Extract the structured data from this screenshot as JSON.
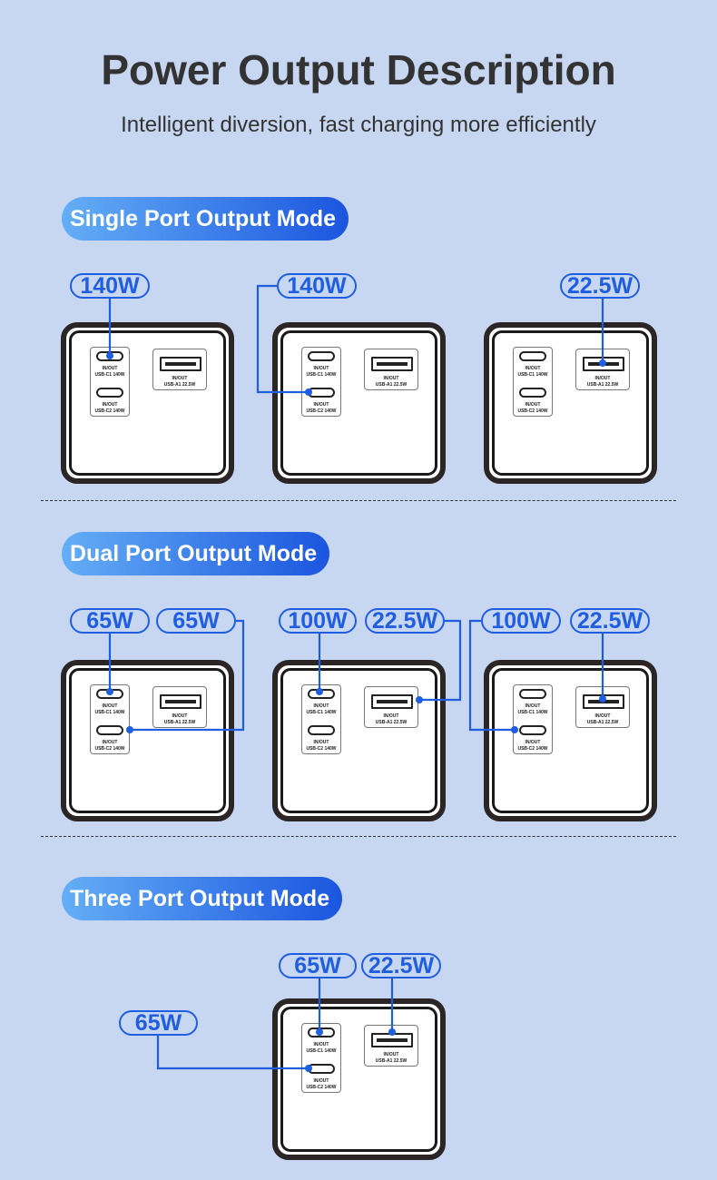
{
  "title": "Power Output Description",
  "subtitle": "Intelligent diversion,  fast charging more efficiently",
  "colors": {
    "accent": "#1f5ee0",
    "background": "#c7d6f1"
  },
  "port_labels": {
    "io": "IN/OUT",
    "c1": "USB-C1 140W",
    "c2": "USB-C2 140W",
    "a1": "USB-A1 22.5W"
  },
  "sections": [
    {
      "mode": "Single Port Output Mode",
      "configs": [
        {
          "outputs": [
            "140W"
          ]
        },
        {
          "outputs": [
            "140W"
          ]
        },
        {
          "outputs": [
            "22.5W"
          ]
        }
      ]
    },
    {
      "mode": "Dual Port Output Mode",
      "configs": [
        {
          "outputs": [
            "65W",
            "65W"
          ]
        },
        {
          "outputs": [
            "100W",
            "22.5W"
          ]
        },
        {
          "outputs": [
            "100W",
            "22.5W"
          ]
        }
      ]
    },
    {
      "mode": "Three Port Output Mode",
      "configs": [
        {
          "outputs": [
            "65W",
            "22.5W",
            "65W"
          ]
        }
      ]
    }
  ]
}
